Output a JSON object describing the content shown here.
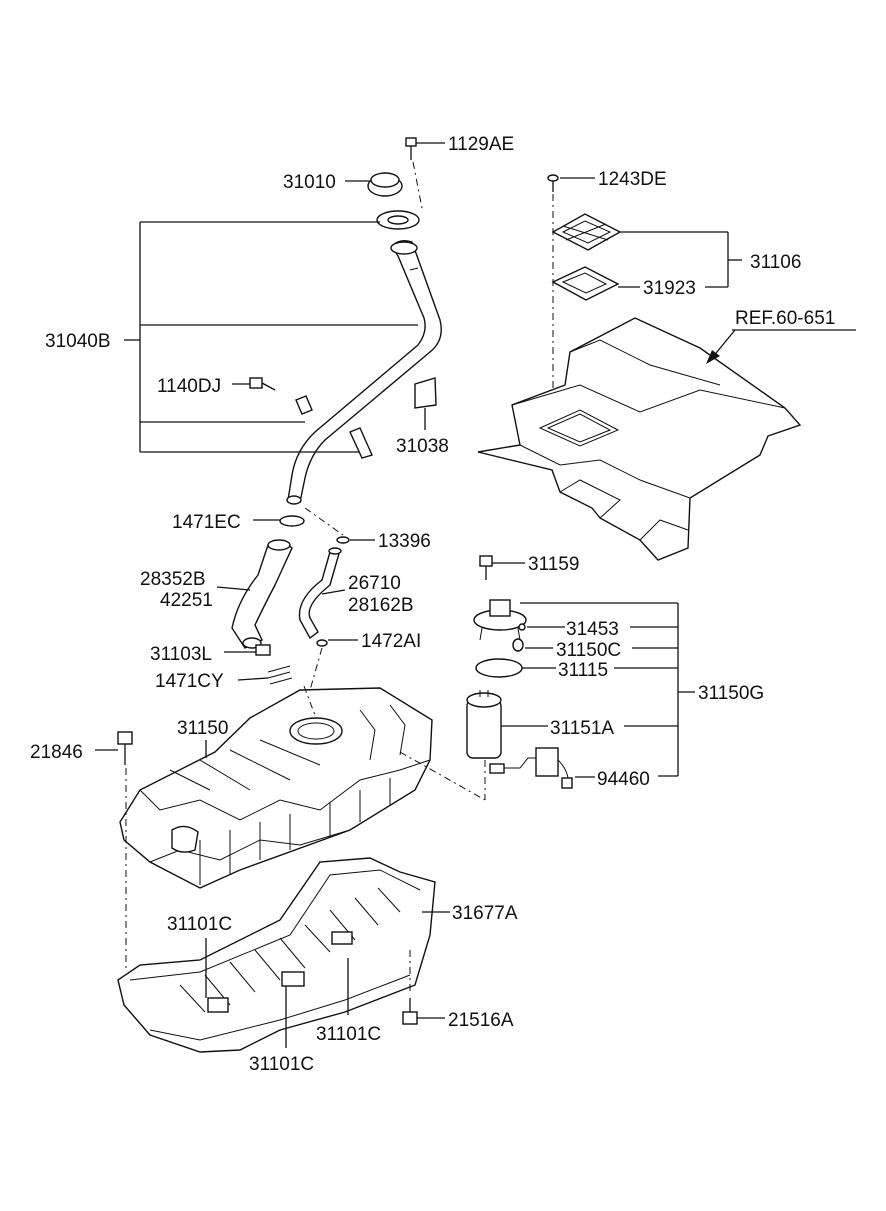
{
  "labels": {
    "p1129AE": "1129AE",
    "p31010": "31010",
    "p1243DE": "1243DE",
    "p31106": "31106",
    "p31923": "31923",
    "pREF": "REF.60-651",
    "p31040B": "31040B",
    "p1140DJ": "1140DJ",
    "p31038": "31038",
    "p1471EC": "1471EC",
    "p13396": "13396",
    "p28352B": "28352B",
    "p42251": "42251",
    "p26710": "26710",
    "p28162B": "28162B",
    "p31159": "31159",
    "p31453": "31453",
    "p31150C": "31150C",
    "p31115": "31115",
    "p31150G": "31150G",
    "p31103L": "31103L",
    "p1472AI": "1472AI",
    "p1471CY": "1471CY",
    "p31150": "31150",
    "p21846": "21846",
    "p31151A": "31151A",
    "p94460": "94460",
    "p31677A": "31677A",
    "p31101C_a": "31101C",
    "p21516A": "21516A",
    "p31101C_b": "31101C",
    "p31101C_c": "31101C"
  }
}
